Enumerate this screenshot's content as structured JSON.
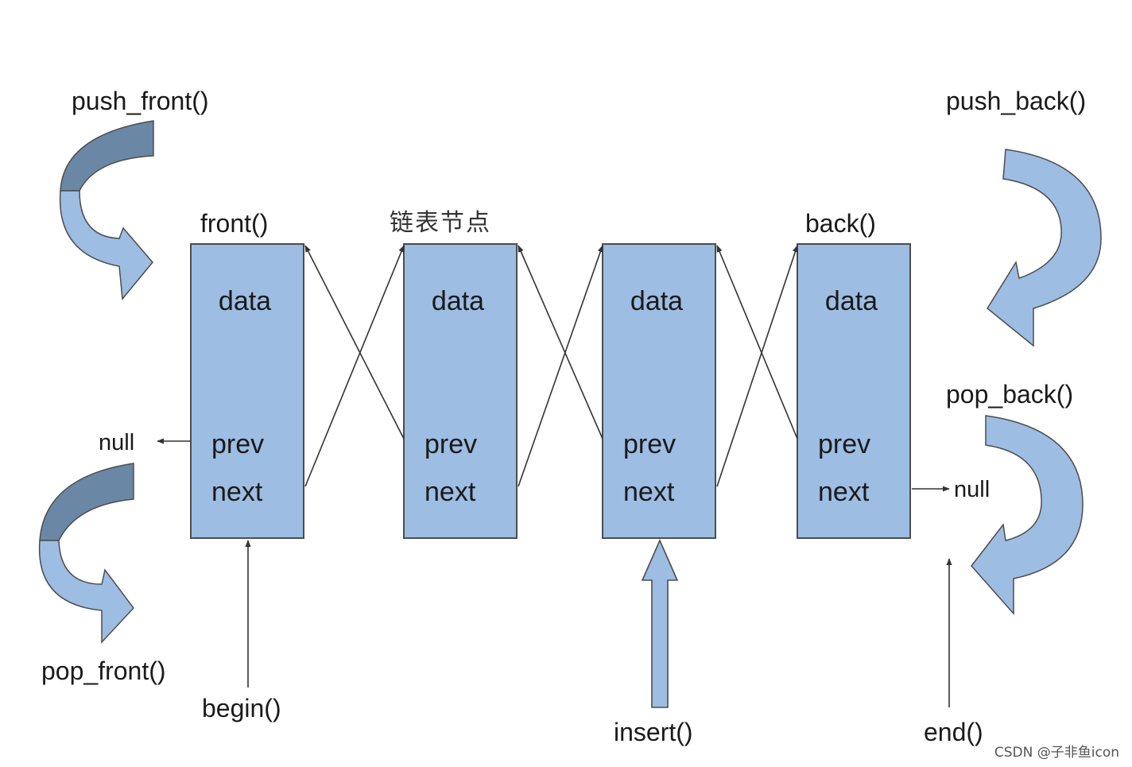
{
  "diagram": {
    "node_caption": "链表节点",
    "node_fields": {
      "data": "data",
      "prev": "prev",
      "next": "next"
    },
    "nodes": [
      {
        "id": "n1",
        "caption": "front()"
      },
      {
        "id": "n2",
        "caption": "链表节点"
      },
      {
        "id": "n3",
        "caption": ""
      },
      {
        "id": "n4",
        "caption": "back()"
      }
    ],
    "operations": {
      "push_front": "push_front()",
      "pop_front": "pop_front()",
      "push_back": "push_back()",
      "pop_back": "pop_back()",
      "begin": "begin()",
      "insert": "insert()",
      "end": "end()"
    },
    "null_left": "null",
    "null_right": "null"
  },
  "watermark": "CSDN @子非鱼icon",
  "colors": {
    "node_fill": "#9dbde3",
    "node_stroke": "#4d4d4d",
    "arrow_fill": "#9dbde3",
    "arrow_dark": "#6b87a6",
    "line": "#333333"
  }
}
